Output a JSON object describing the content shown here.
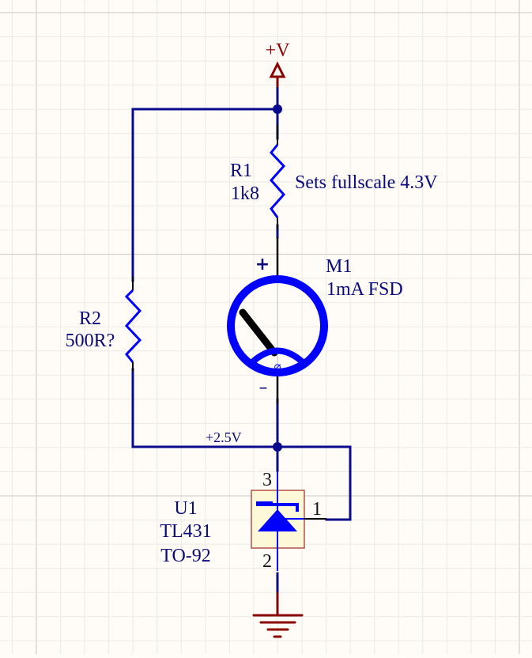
{
  "colors": {
    "background": "#fffcf7",
    "grid_minor": "#ece9e4",
    "grid_major": "#d4d2cd",
    "wire": "#0a0a8c",
    "component": "#0000ff",
    "pin": "#000000",
    "power": "#8b0000",
    "ic_body_fill": "#fdf8d8",
    "ic_body_stroke": "#b5504a",
    "text": "#0a0a7a"
  },
  "power_port": {
    "name": "+V",
    "icon": "power-arrow-icon"
  },
  "ground": {
    "icon": "ground-icon"
  },
  "components": {
    "r1": {
      "designator": "R1",
      "value": "1k8",
      "comment": "Sets fullscale 4.3V",
      "icon": "resistor-icon"
    },
    "r2": {
      "designator": "R2",
      "value": "500R?",
      "icon": "resistor-icon"
    },
    "m1": {
      "designator": "M1",
      "value": "1mA FSD",
      "pin_plus": "+",
      "pin_minus": "–",
      "icon": "meter-icon",
      "zero_adjust_glyph": "⌀"
    },
    "u1": {
      "designator": "U1",
      "part": "TL431",
      "package": "TO-92",
      "pins": {
        "cathode": "3",
        "reference": "1",
        "anode": "2"
      },
      "icon": "shunt-regulator-icon"
    }
  },
  "nets": {
    "ref_node": "+2.5V"
  }
}
